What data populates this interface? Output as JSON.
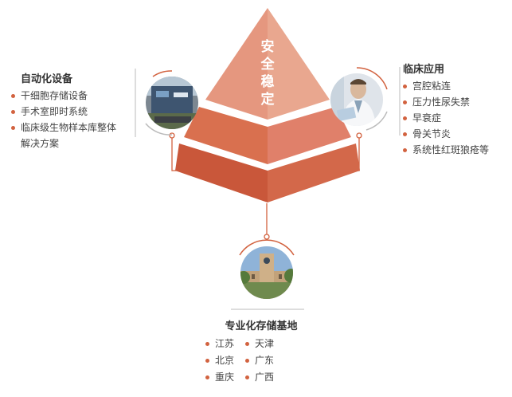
{
  "pyramid": {
    "top_chars": [
      "安",
      "全",
      "稳",
      "定"
    ],
    "colors": {
      "top": "#e8a08a",
      "middle": "#de7a5c",
      "bottom": "#cf5d3b",
      "accent": "#d2623f"
    }
  },
  "automation": {
    "title": "自动化设备",
    "items": [
      "干细胞存储设备",
      "手术室即时系统",
      "临床级生物样本库整体",
      "解决方案"
    ]
  },
  "clinical": {
    "title": "临床应用",
    "items": [
      "宫腔粘连",
      "压力性尿失禁",
      "早衰症",
      "骨关节炎",
      "系统性红斑狼疮等"
    ]
  },
  "storage": {
    "title": "专业化存储基地",
    "cities": [
      "江苏",
      "天津",
      "北京",
      "广东",
      "重庆",
      "广西"
    ]
  },
  "photos": {
    "automation": "facility-building-photo",
    "clinical": "doctor-photo",
    "storage": "campus-building-photo"
  }
}
